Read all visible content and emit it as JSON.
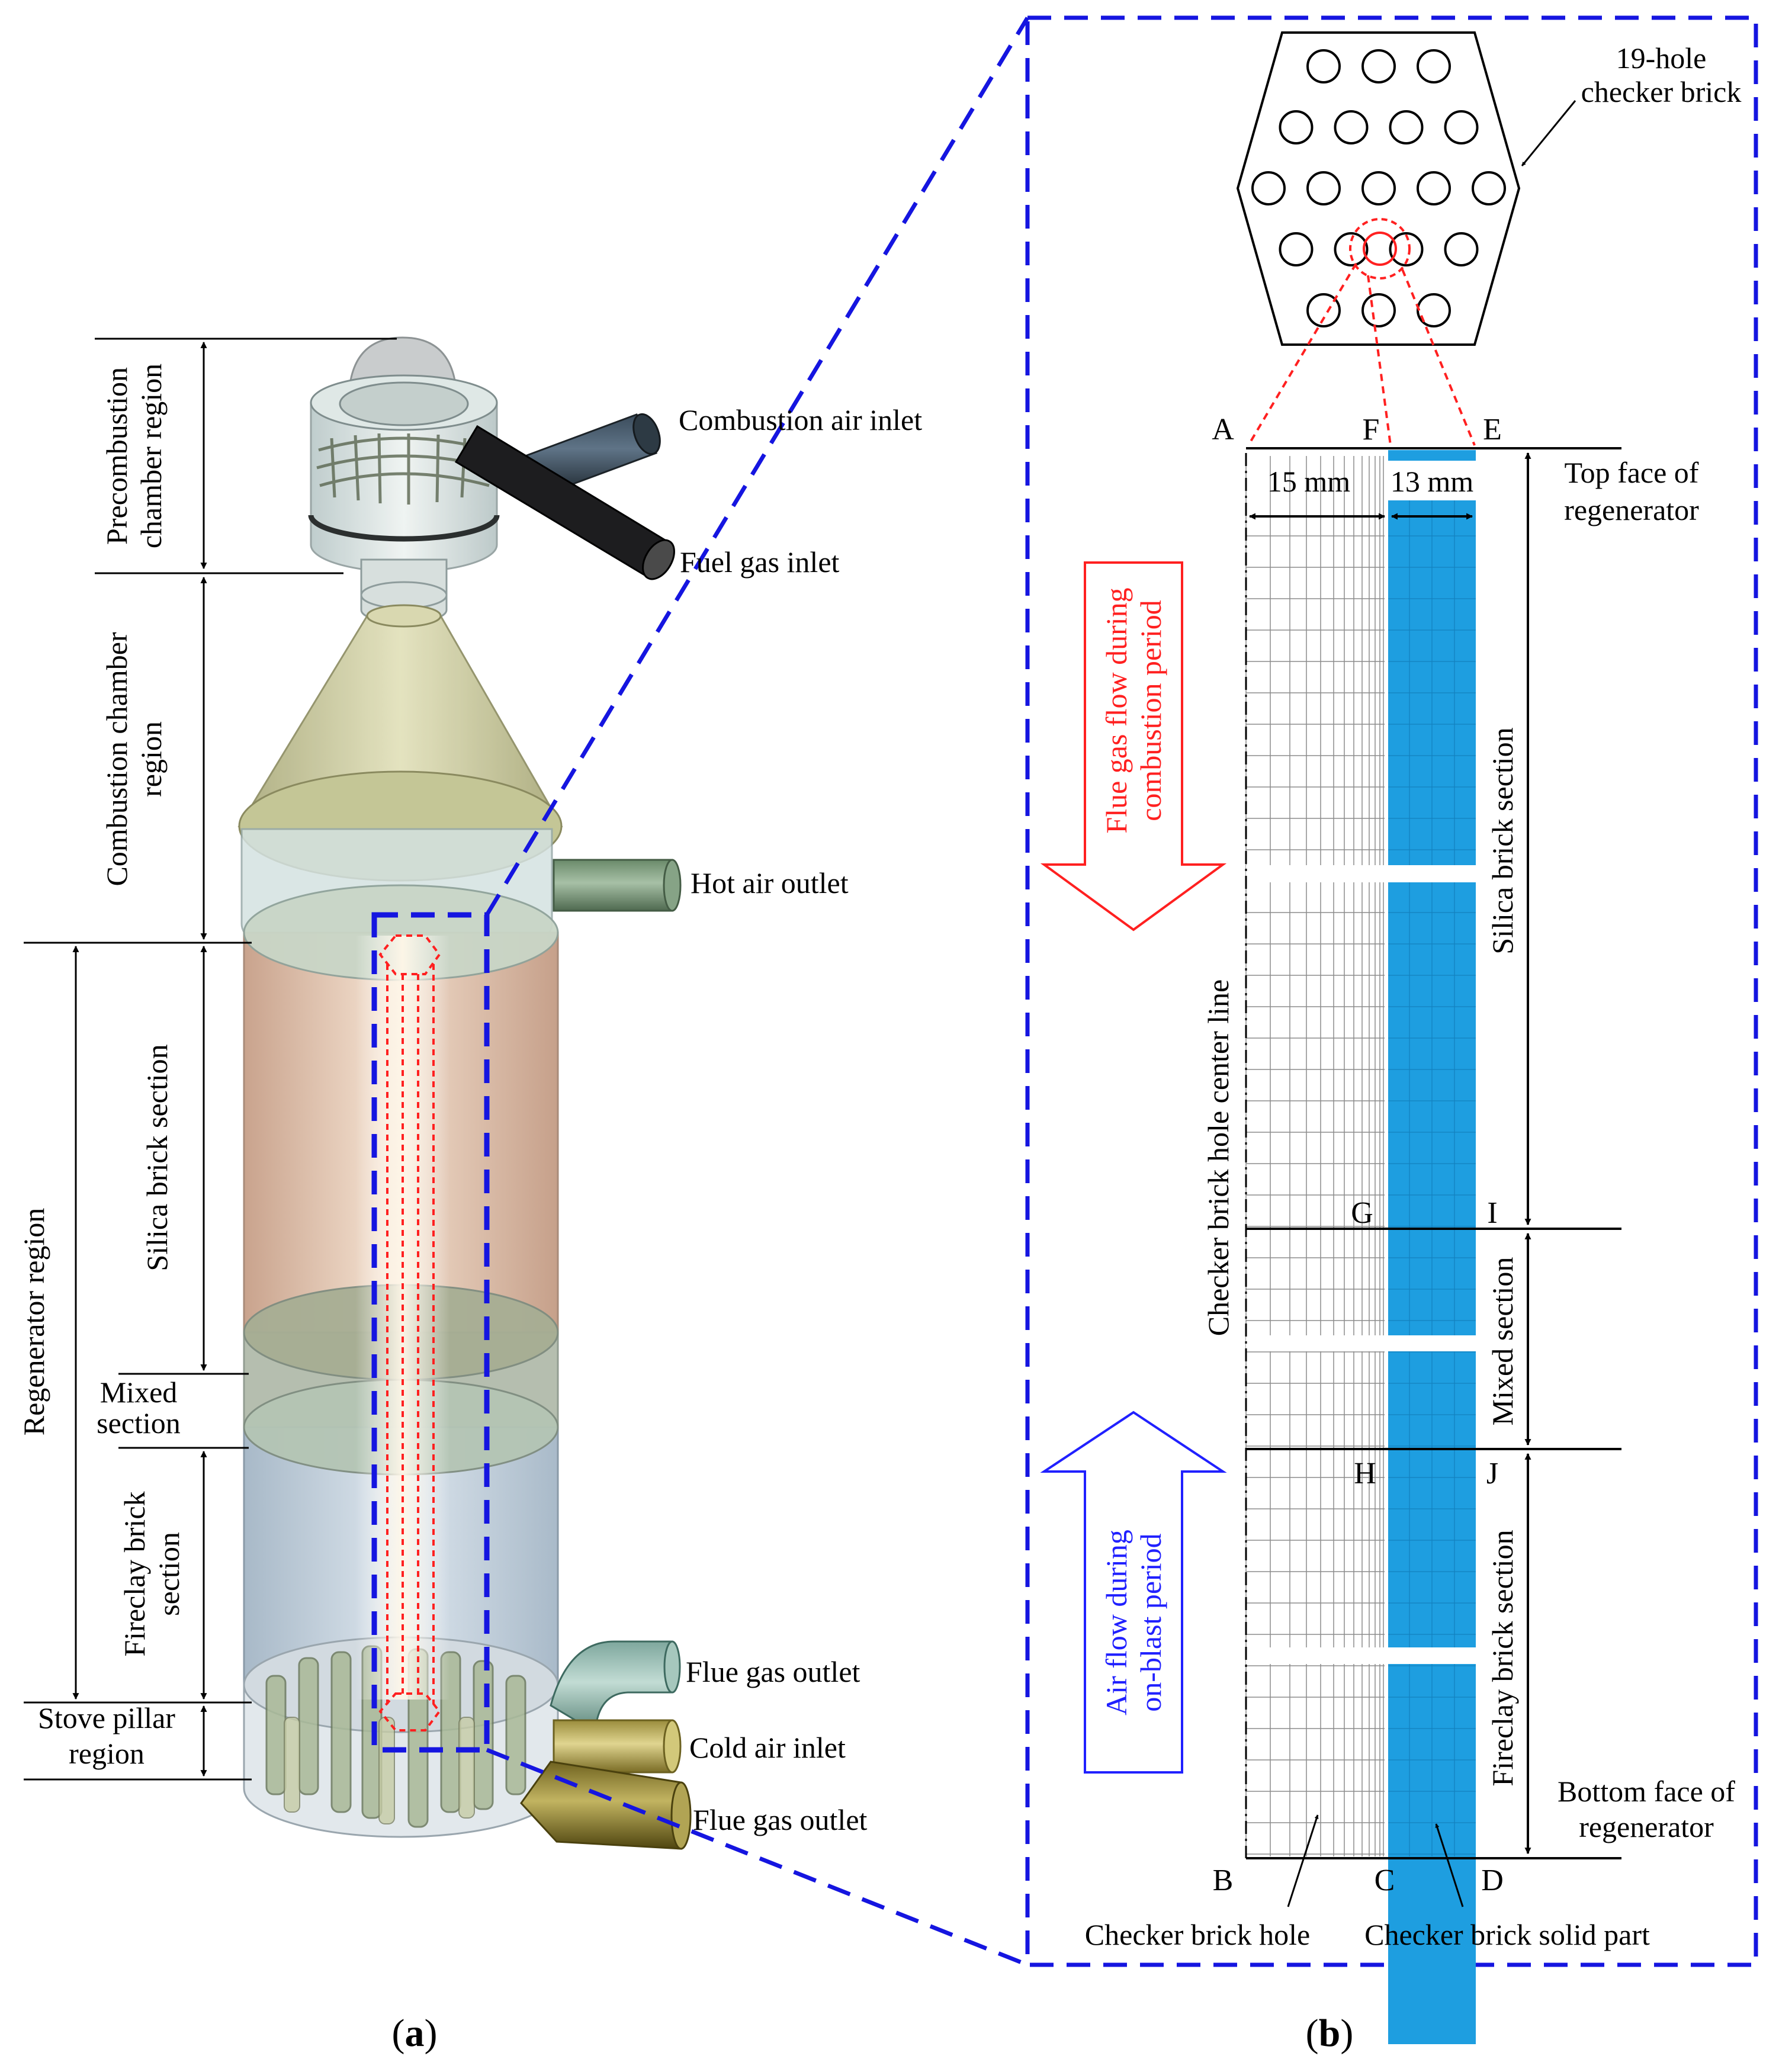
{
  "panel_a": {
    "caption_open": "(",
    "caption_letter": "a",
    "caption_close": ")",
    "labels": {
      "combustion_air_inlet": "Combustion air inlet",
      "fuel_gas_inlet": "Fuel gas inlet",
      "hot_air_outlet": "Hot air outlet",
      "flue_gas_outlet_upper": "Flue gas outlet",
      "cold_air_inlet": "Cold air inlet",
      "flue_gas_outlet_lower": "Flue gas outlet",
      "precombustion_line1": "Precombustion",
      "precombustion_line2": "chamber region",
      "combustion_line1": "Combustion chamber",
      "combustion_line2": "region",
      "silica_section": "Silica brick section",
      "regenerator_region": "Regenerator region",
      "mixed_line1": "Mixed",
      "mixed_line2": "section",
      "fireclay_line1": "Fireclay brick",
      "fireclay_line2": "section",
      "stove_line1": "Stove pillar",
      "stove_line2": "region"
    }
  },
  "panel_b": {
    "caption_open": "(",
    "caption_letter": "b",
    "caption_close": ")",
    "brick_line1": "19-hole",
    "brick_line2": "checker brick",
    "points": {
      "A": "A",
      "B": "B",
      "C": "C",
      "D": "D",
      "E": "E",
      "F": "F",
      "G": "G",
      "H": "H",
      "I": "I",
      "J": "J"
    },
    "dim_hole": "15 mm",
    "dim_solid": "13 mm",
    "top_face_line1": "Top face of",
    "top_face_line2": "regenerator",
    "bottom_face_line1": "Bottom face of",
    "bottom_face_line2": "regenerator",
    "silica_section": "Silica brick section",
    "mixed_section": "Mixed section",
    "fireclay_section": "Fireclay brick section",
    "center_line": "Checker brick hole center line",
    "flue_line1": "Flue gas flow during",
    "flue_line2": "combustion period",
    "air_line1": "Air flow during",
    "air_line2": "on-blast period",
    "hole_label": "Checker brick hole",
    "solid_label": "Checker brick solid part"
  },
  "colors": {
    "frame_blue": "#1515e0",
    "solid_blue": "#1e9ee0",
    "flue_red": "#ff2020",
    "air_blue": "#2020ff"
  }
}
